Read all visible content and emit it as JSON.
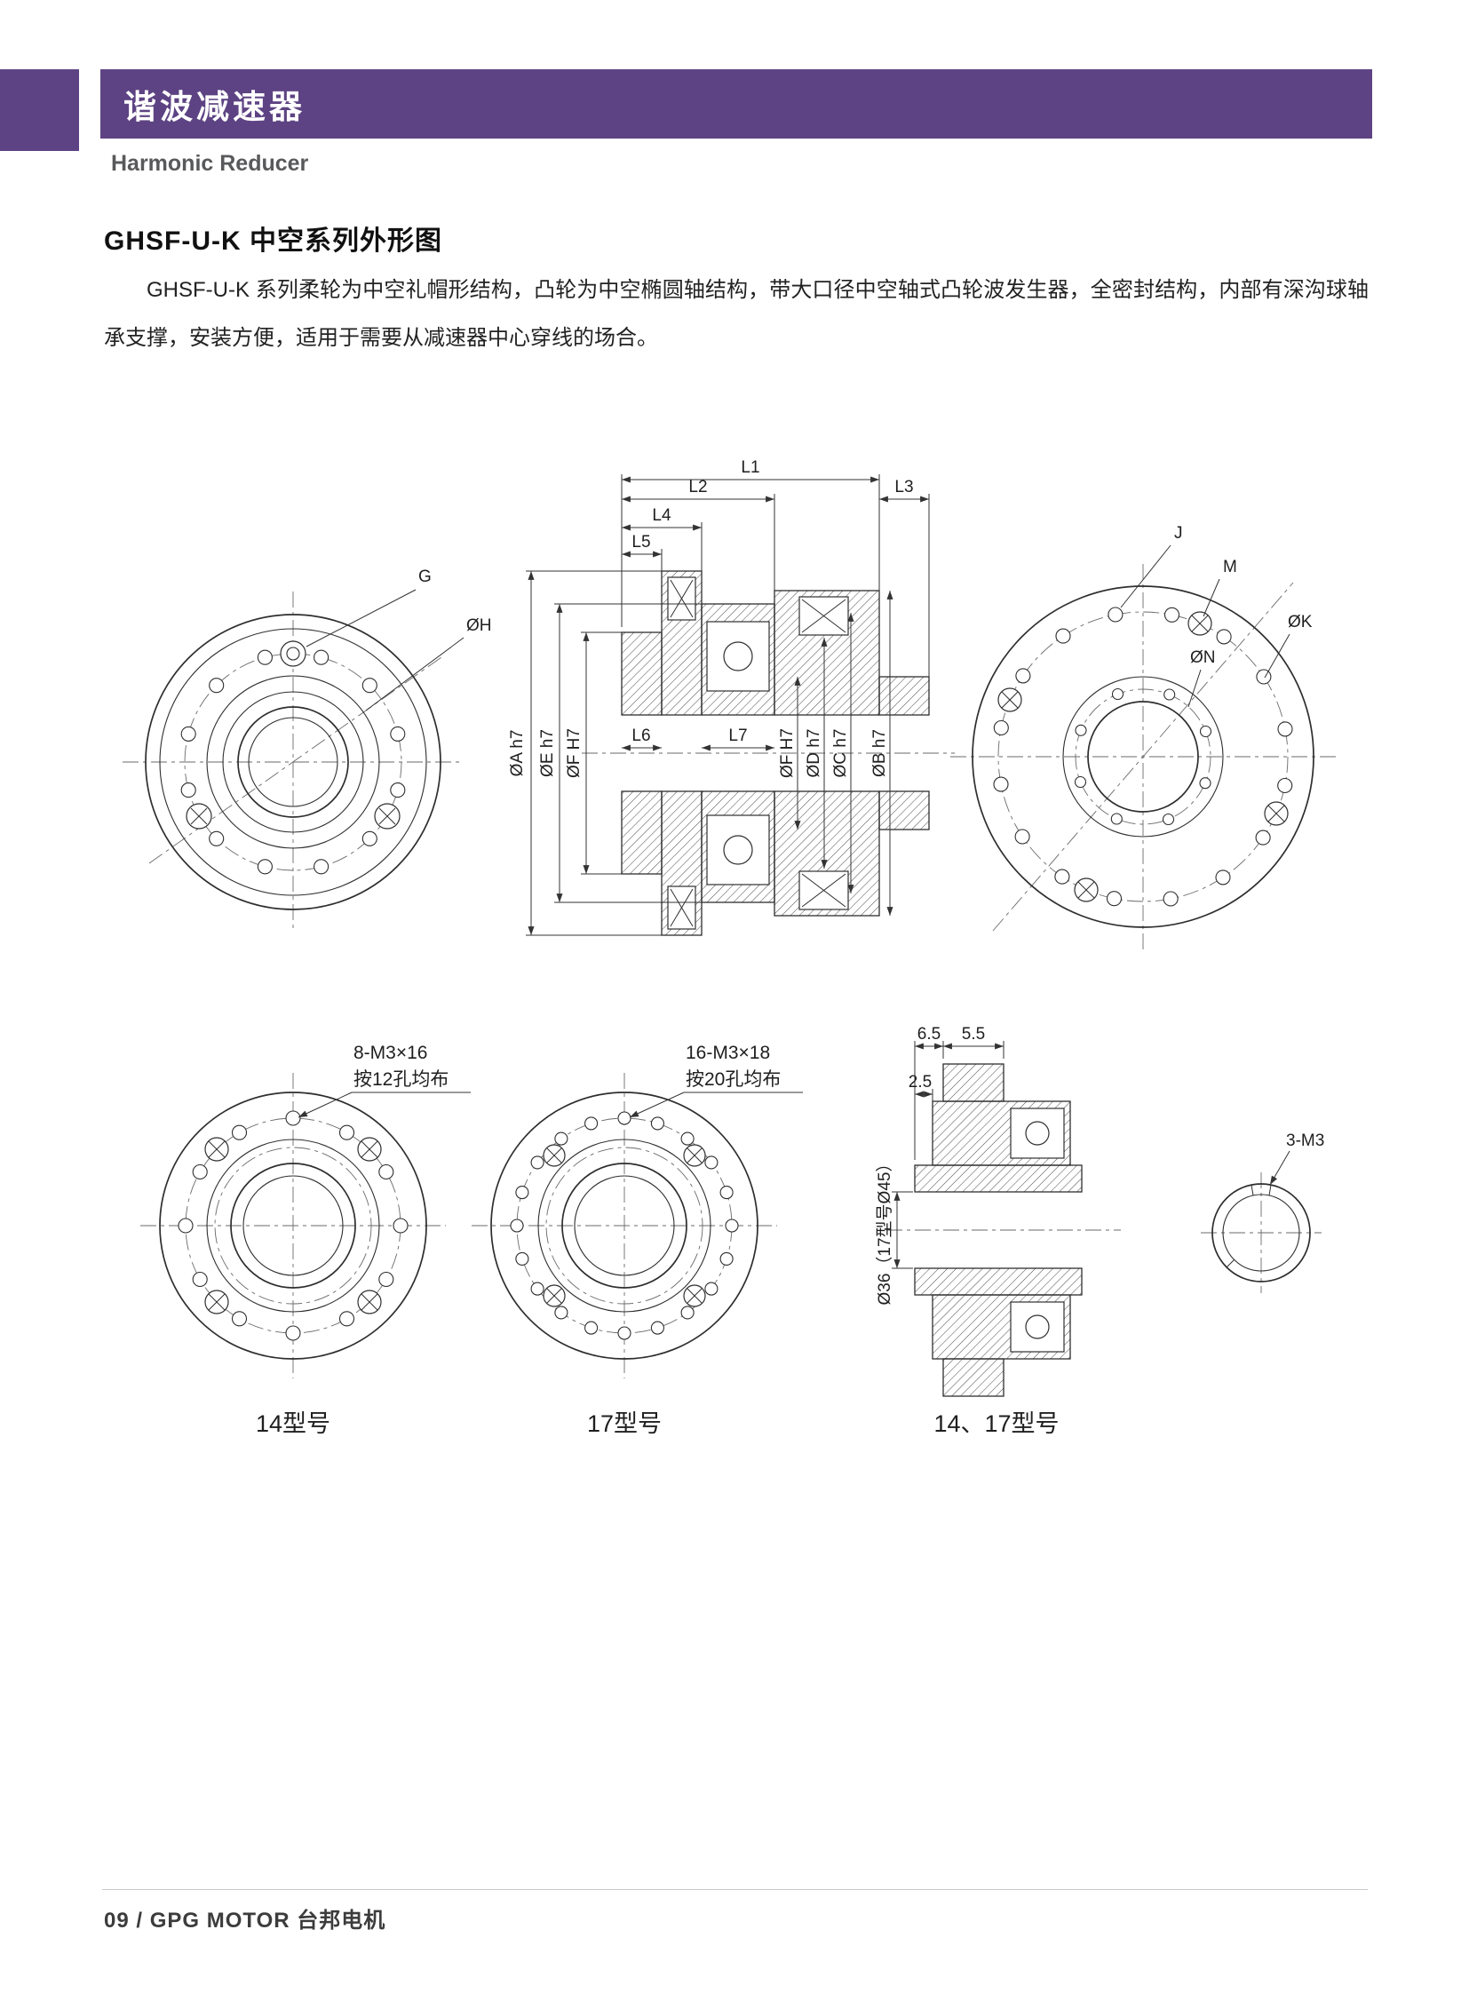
{
  "accent_color": "#5d4383",
  "header": {
    "title_cn": "谐波减速器",
    "title_en": "Harmonic Reducer"
  },
  "intro": {
    "title": "GHSF-U-K 中空系列外形图",
    "paragraph": "GHSF-U-K 系列柔轮为中空礼帽形结构，凸轮为中空椭圆轴结构，带大口径中空轴式凸轮波发生器，全密封结构，内部有深沟球轴承支撑，安装方便，适用于需要从减速器中心穿线的场合。"
  },
  "drawings": {
    "front_view": {
      "g": "G",
      "oh": "ØH"
    },
    "section_view": {
      "l1": "L1",
      "l2": "L2",
      "l3": "L3",
      "l4": "L4",
      "l5": "L5",
      "l6": "L6",
      "l7": "L7",
      "dia_a": "ØA h7",
      "dia_e": "ØE h7",
      "dia_f_left": "ØF H7",
      "dia_f_right": "ØF H7",
      "dia_d": "ØD h7",
      "dia_c": "ØC h7",
      "dia_b": "ØB h7"
    },
    "rear_view": {
      "j": "J",
      "m": "M",
      "ok": "ØK",
      "on": "ØN"
    },
    "model_14": {
      "note_line1": "8-M3×16",
      "note_line2": "按12孔均布",
      "caption": "14型号"
    },
    "model_17": {
      "note_line1": "16-M3×18",
      "note_line2": "按20孔均布",
      "caption": "17型号"
    },
    "side_section": {
      "dim_a": "6.5",
      "dim_b": "5.5",
      "dim_c": "2.5",
      "dim_bore": "Ø36（17型号Ø45）",
      "caption": "14、17型号"
    },
    "retainer_ring": {
      "label": "3-M3"
    }
  },
  "footer": {
    "text": "09 / GPG MOTOR 台邦电机"
  }
}
